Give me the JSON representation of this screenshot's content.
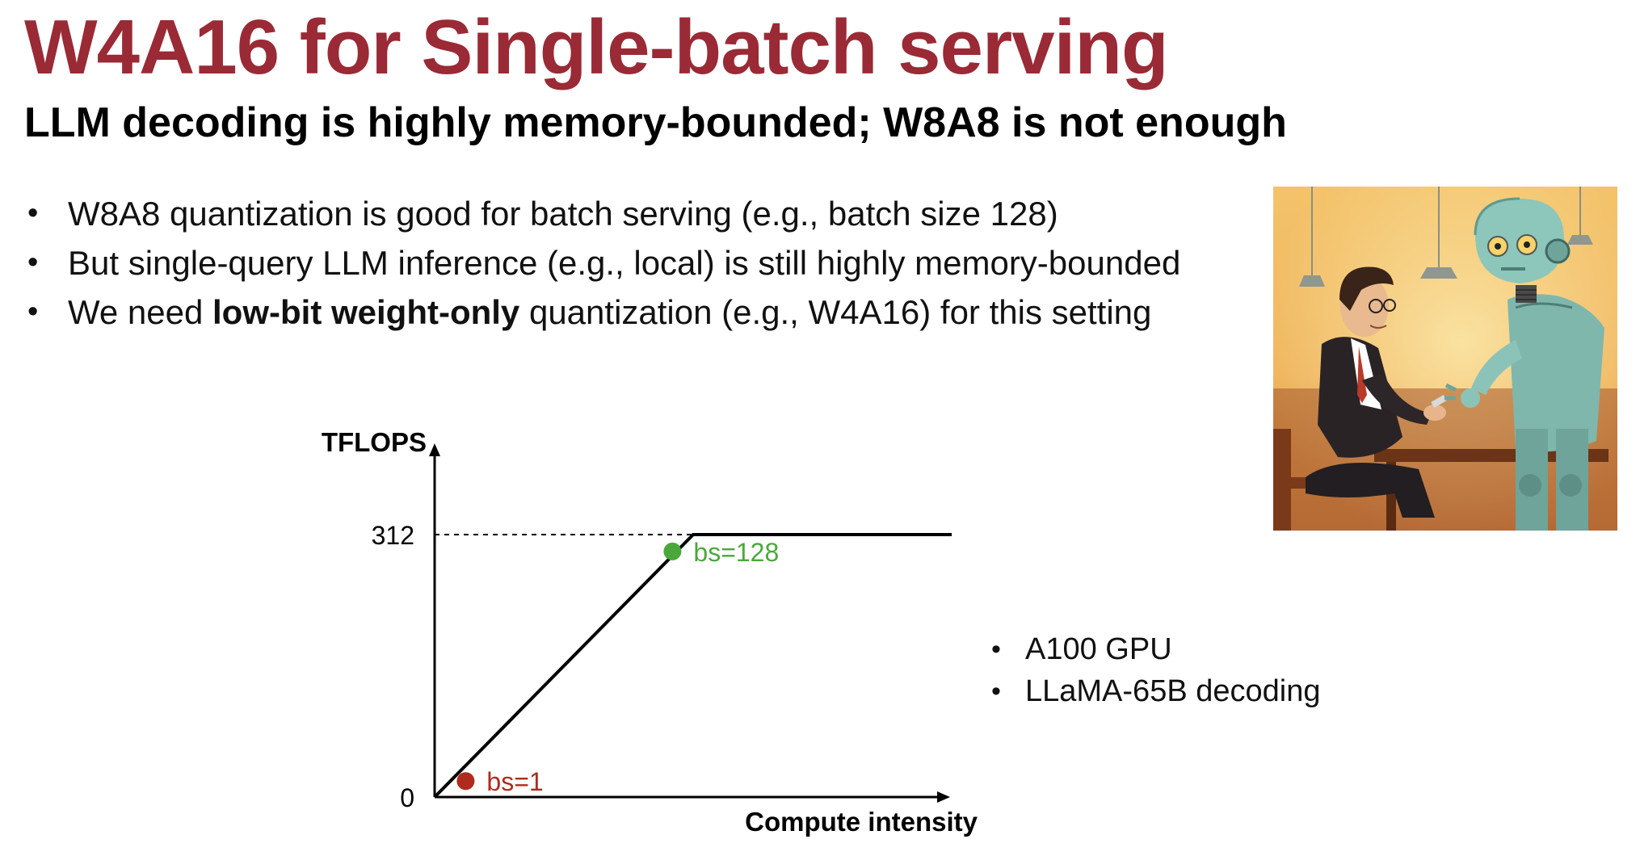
{
  "slide": {
    "title": "W4A16 for Single-batch serving",
    "subtitle": "LLM decoding is highly memory-bounded; W8A8 is not enough",
    "bullets": [
      {
        "text": "W8A8 quantization is good for batch serving (e.g., batch size 128)"
      },
      {
        "text": "But single-query LLM inference (e.g., local) is still highly memory-bounded"
      },
      {
        "pre": "We need ",
        "bold": "low-bit weight-only",
        "post": " quantization (e.g., W4A16) for this setting"
      }
    ],
    "bullet_glyph": "•",
    "side_notes": [
      "A100 GPU",
      "LLaMA-65B decoding"
    ],
    "illustration": {
      "icon": "man-and-robot-illustration"
    }
  },
  "colors": {
    "title": "#9a2a35",
    "bs1_point": "#b02a1e",
    "bs128_point": "#4aa83a",
    "line": "#000000"
  },
  "chart_data": {
    "type": "line",
    "title": "",
    "xlabel": "Compute intensity",
    "ylabel": "TFLOPS",
    "yticks": [
      0,
      312
    ],
    "ylim": [
      0,
      312
    ],
    "ridge_x": 0.5,
    "ceiling_value": 312,
    "series": [
      {
        "name": "",
        "x": [
          0,
          0.5,
          1.0
        ],
        "y": [
          0,
          312,
          312
        ]
      }
    ],
    "points": [
      {
        "label": "bs=1",
        "x": 0.06,
        "y": 19,
        "color": "#b02a1e"
      },
      {
        "label": "bs=128",
        "x": 0.46,
        "y": 292,
        "color": "#4aa83a"
      }
    ],
    "grid": false,
    "legend": "none"
  }
}
